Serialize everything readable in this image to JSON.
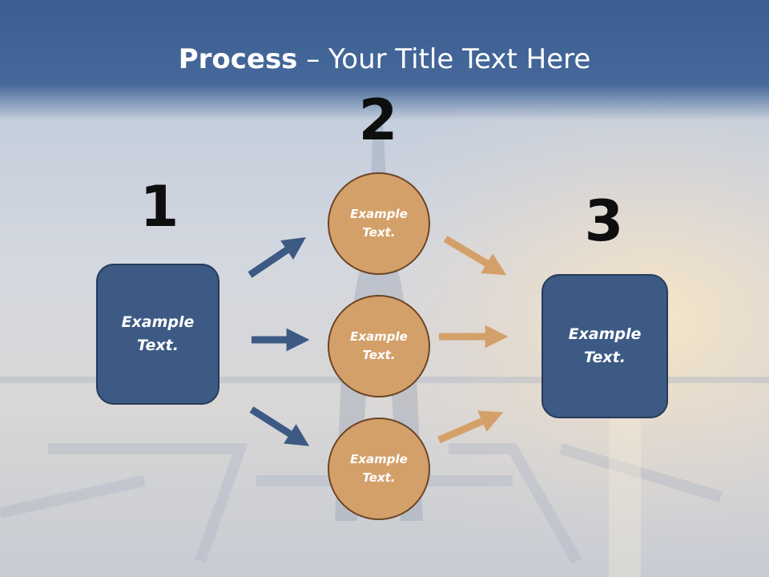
{
  "title": {
    "bold": "Process",
    "rest": " – Your Title Text Here"
  },
  "steps": {
    "one": "1",
    "two": "2",
    "three": "3"
  },
  "left_box": {
    "text": "Example Text."
  },
  "right_box": {
    "text": "Example Text."
  },
  "circles": [
    {
      "text": "Example Text."
    },
    {
      "text": "Example Text."
    },
    {
      "text": "Example Text."
    }
  ],
  "colors": {
    "title_band": "#3a5e91",
    "box_fill": "#3d5a85",
    "circle_fill": "#d4a06a",
    "blue_arrow": "#3d5a85",
    "orange_arrow": "#d4a06a"
  }
}
